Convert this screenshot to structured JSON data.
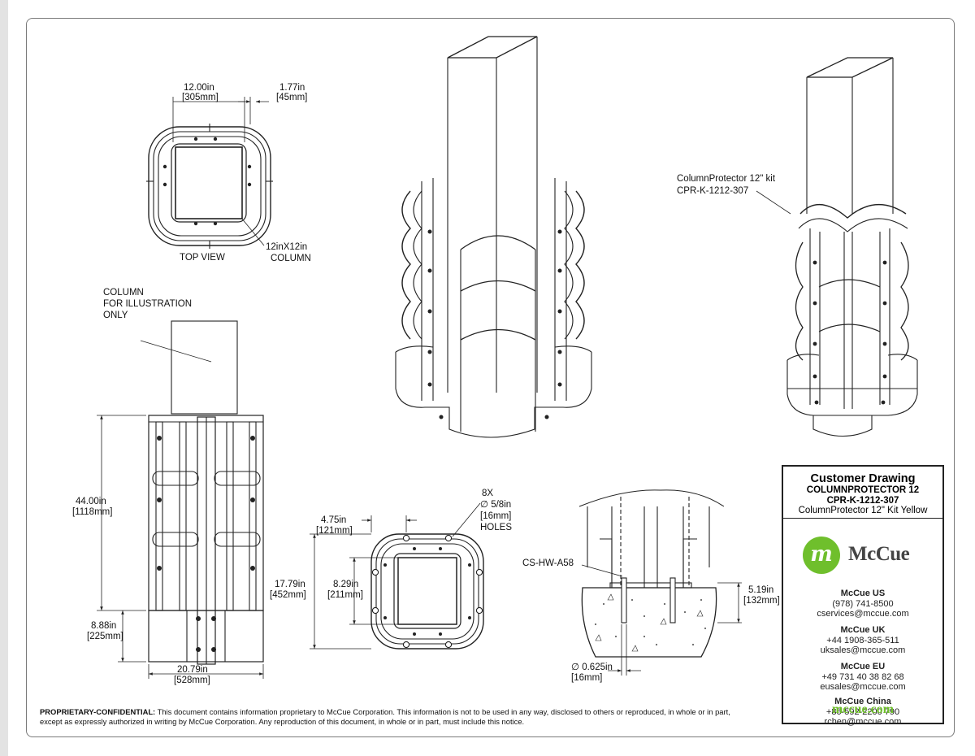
{
  "top_view": {
    "dim_width": "12.00in",
    "dim_width_mm": "[305mm]",
    "dim_gap": "1.77in",
    "dim_gap_mm": "[45mm]",
    "column_label_1": "12inX12in",
    "column_label_2": "COLUMN",
    "view_label": "TOP VIEW"
  },
  "front_view": {
    "column_note_1": "COLUMN",
    "column_note_2": "FOR ILLUSTRATION",
    "column_note_3": "ONLY",
    "height": "44.00in",
    "height_mm": "[1118mm]",
    "base_height": "8.88in",
    "base_height_mm": "[225mm]",
    "width": "20.79in",
    "width_mm": "[528mm]"
  },
  "base_plan": {
    "offset": "4.75in",
    "offset_mm": "[121mm]",
    "holes_1": "8X",
    "holes_2": "∅ 5/8in",
    "holes_3": "[16mm]",
    "holes_4": "HOLES",
    "overall": "17.79in",
    "overall_mm": "[452mm]",
    "inner": "8.29in",
    "inner_mm": "[211mm]"
  },
  "anchor_detail": {
    "part": "CS-HW-A58",
    "embed": "5.19in",
    "embed_mm": "[132mm]",
    "diameter": "∅ 0.625in",
    "diameter_mm": "[16mm]"
  },
  "iso_callout": {
    "line1": "ColumnProtector 12\" kit",
    "line2": "CPR-K-1212-307"
  },
  "title_block": {
    "title": "Customer Drawing",
    "product": "COLUMNPROTECTOR 12",
    "part_no": "CPR-K-1212-307",
    "description": "ColumnProtector 12\" Kit Yellow"
  },
  "company": {
    "logo_letter": "m",
    "name": "McCue",
    "offices": [
      {
        "name": "McCue US",
        "phone": "(978) 741-8500",
        "email": "cservices@mccue.com"
      },
      {
        "name": "McCue UK",
        "phone": "+44 1908-365-511",
        "email": "uksales@mccue.com"
      },
      {
        "name": "McCue EU",
        "phone": "+49 731 40 38 82 68",
        "email": "eusales@mccue.com"
      },
      {
        "name": "McCue China",
        "phone": "+86-592-2200 790",
        "email": "rchen@mccue.com"
      }
    ],
    "website": "mccue.com",
    "brand_green": "#6fbf2c"
  },
  "notice": {
    "heading": "PROPRIETARY-CONFIDENTIAL:",
    "body": " This document contains information proprietary to McCue Corporation. This information is not to be used in any way, disclosed to others or reproduced, in whole or in part, except as expressly authorized in writing by McCue Corporation. Any reproduction of this document, in whole or in part, must include this notice."
  }
}
